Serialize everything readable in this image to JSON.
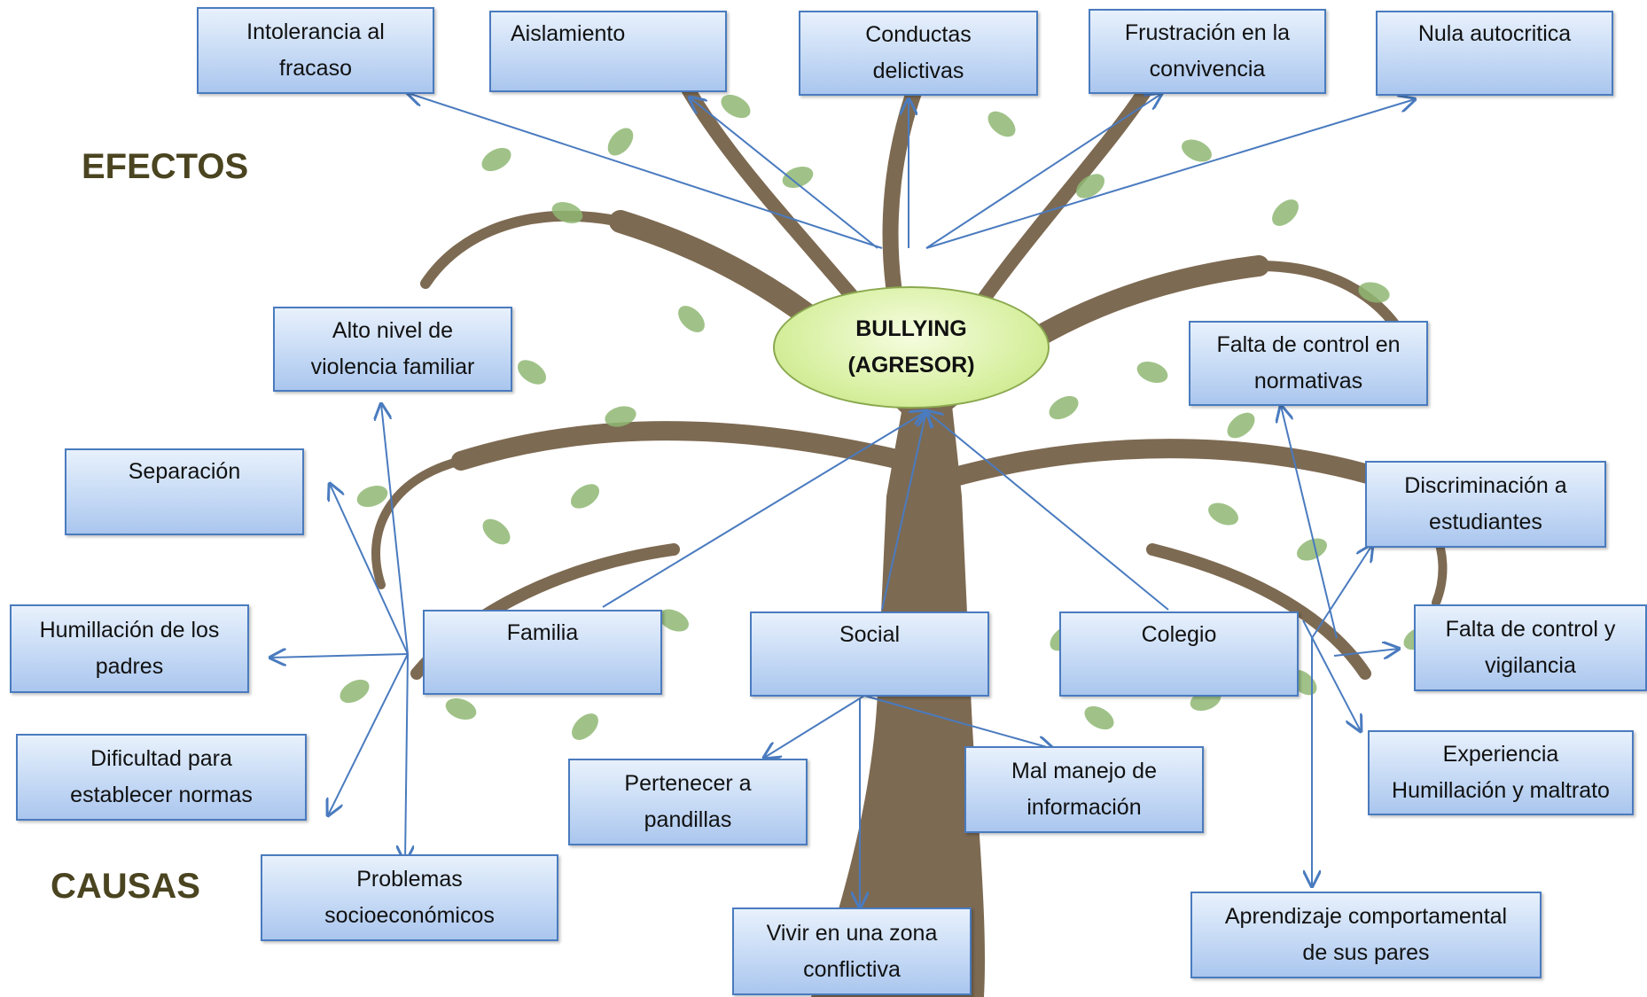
{
  "center": {
    "line1": "BULLYING",
    "line2": "(AGRESOR)"
  },
  "labels": {
    "efectos": "EFECTOS",
    "causas": "CAUSAS"
  },
  "effects": [
    {
      "line1": "Intolerancia al",
      "line2": "fracaso"
    },
    {
      "line1": "Aislamiento",
      "line2": ""
    },
    {
      "line1": "Conductas",
      "line2": "delictivas"
    },
    {
      "line1": "Frustración en la",
      "line2": "convivencia"
    },
    {
      "line1": "Nula autocritica",
      "line2": ""
    }
  ],
  "causes": {
    "familia": "Familia",
    "social": "Social",
    "colegio": "Colegio"
  },
  "familia_causes": [
    {
      "line1": "Alto nivel de",
      "line2": "violencia familiar"
    },
    {
      "line1": "Separación",
      "line2": ""
    },
    {
      "line1": "Humillación de los",
      "line2": "padres"
    },
    {
      "line1": "Dificultad para",
      "line2": "establecer normas"
    },
    {
      "line1": "Problemas",
      "line2": "socioeconómicos"
    }
  ],
  "social_causes": [
    {
      "line1": "Pertenecer a",
      "line2": "pandillas"
    },
    {
      "line1": "Mal manejo de",
      "line2": "información"
    },
    {
      "line1": "Vivir en una zona",
      "line2": "conflictiva"
    }
  ],
  "colegio_causes": [
    {
      "line1": "Falta de control en",
      "line2": "normativas"
    },
    {
      "line1": "Discriminación a",
      "line2": "estudiantes"
    },
    {
      "line1": "Falta de control y",
      "line2": "vigilancia"
    },
    {
      "line1": "Experiencia",
      "line2": "Humillación y maltrato"
    },
    {
      "line1": "Aprendizaje comportamental",
      "line2": "de sus pares"
    }
  ],
  "colors": {
    "box_border": "#4a7bbf",
    "box_fill": "#c6daf5",
    "arrow": "#4a7bbf",
    "ellipse_fill": "#d8f0a2",
    "label_text": "#4a4420",
    "trunk": "#7d6a52",
    "leaf": "#8fb873"
  }
}
